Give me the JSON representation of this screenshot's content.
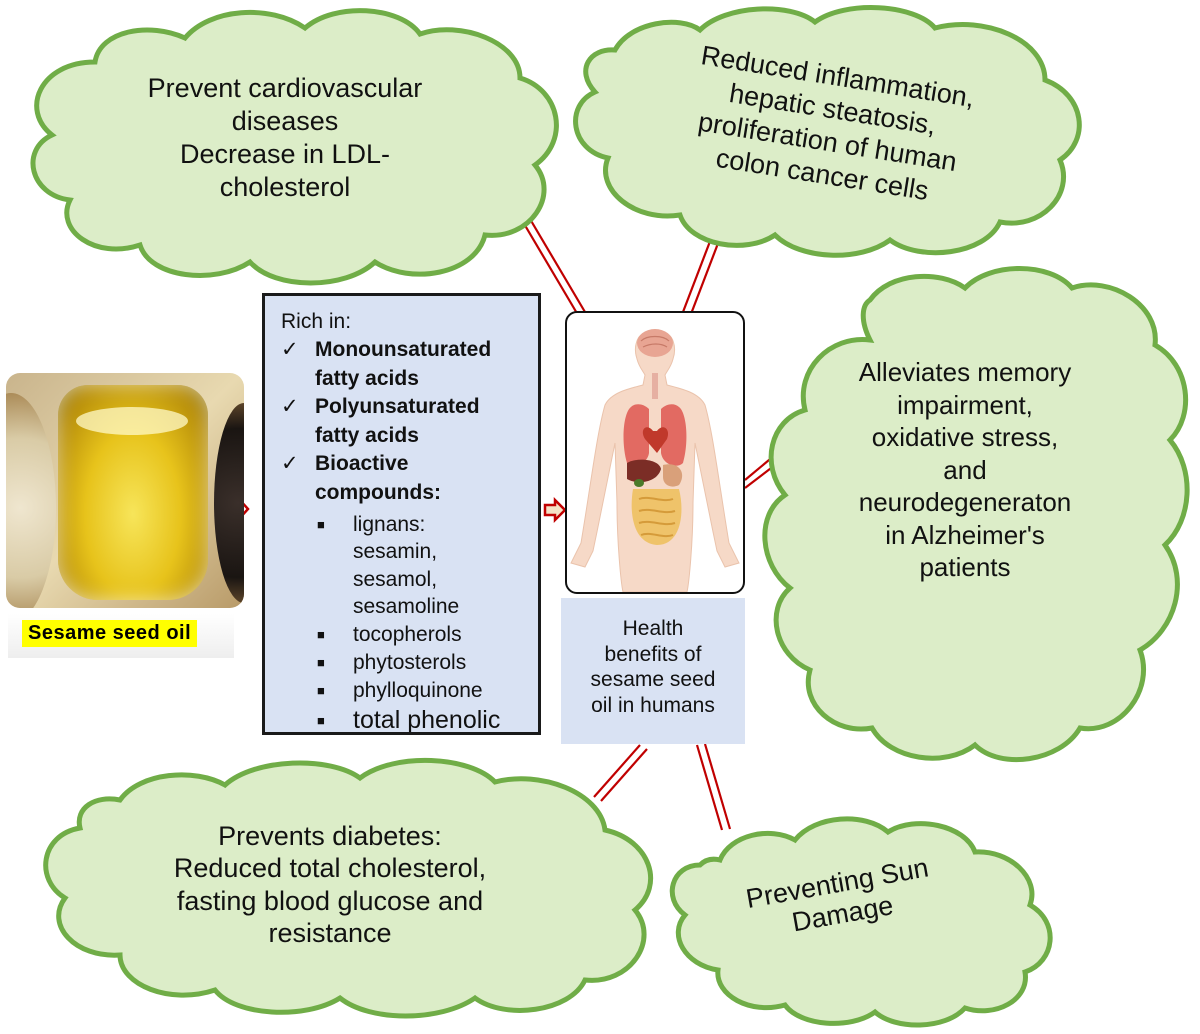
{
  "clouds": {
    "cardio": [
      "Prevent cardiovascular",
      "diseases",
      "Decrease in LDL-",
      "cholesterol"
    ],
    "inflammation": [
      "Reduced inflammation,",
      "hepatic steatosis,",
      "proliferation of human",
      "colon cancer cells"
    ],
    "memory": [
      "Alleviates memory",
      "impairment,",
      "oxidative stress,",
      "and",
      "neurodegeneraton",
      "in Alzheimer's",
      "patients"
    ],
    "diabetes": [
      "Prevents diabetes:",
      "Reduced total cholesterol,",
      "fasting blood glucose and",
      "resistance"
    ],
    "sun": [
      "Preventing Sun",
      "Damage"
    ]
  },
  "oil": {
    "label": "Sesame seed oil"
  },
  "composition": {
    "title": "Rich in:",
    "check": "✓",
    "bullet": "■",
    "items": [
      [
        "Monounsaturated",
        "fatty acids"
      ],
      [
        "Polyunsaturated",
        "fatty acids"
      ],
      [
        "Bioactive",
        "compounds:"
      ]
    ],
    "subitems": [
      [
        "lignans:",
        "sesamin,",
        "sesamol,",
        "sesamoline"
      ],
      [
        "tocopherols"
      ],
      [
        "phytosterols"
      ],
      [
        "phylloquinone"
      ],
      [
        "total phenolic"
      ]
    ]
  },
  "center_label": [
    "Health",
    "benefits of",
    "sesame seed",
    "oil in humans"
  ],
  "colors": {
    "cloud_fill": "#dcedc8",
    "cloud_stroke": "#70ad47",
    "connector": "#c00000",
    "box_fill": "#d9e2f3"
  }
}
